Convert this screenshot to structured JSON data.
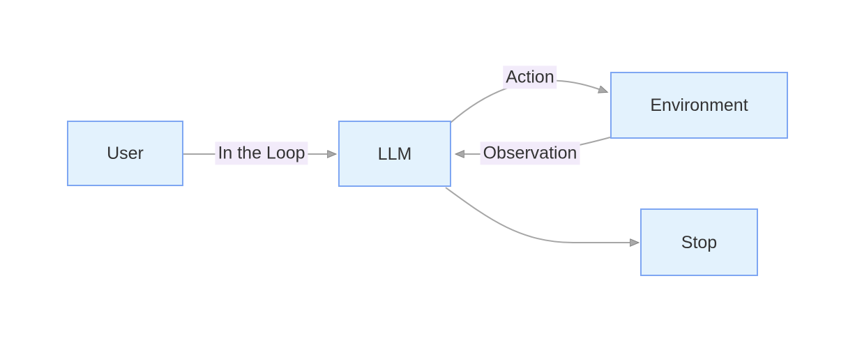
{
  "diagram": {
    "type": "flowchart",
    "direction": "LR",
    "nodes": [
      {
        "id": "user",
        "label": "User",
        "shape": "rectangle"
      },
      {
        "id": "llm",
        "label": "LLM",
        "shape": "rectangle"
      },
      {
        "id": "environment",
        "label": "Environment",
        "shape": "rectangle"
      },
      {
        "id": "stop",
        "label": "Stop",
        "shape": "rectangle"
      }
    ],
    "edges": [
      {
        "from": "user",
        "to": "llm",
        "label": "In the Loop"
      },
      {
        "from": "llm",
        "to": "environment",
        "label": "Action"
      },
      {
        "from": "environment",
        "to": "llm",
        "label": "Observation"
      },
      {
        "from": "llm",
        "to": "stop",
        "label": ""
      }
    ],
    "colors": {
      "background": "#ffffff",
      "node_fill": "#e3f2fd",
      "node_border": "#7ea6f2",
      "edge_line": "#a6a6a6",
      "arrowhead": "#a9a9a9",
      "edge_label_bg": "#f2ebfa",
      "text": "#333333"
    }
  }
}
